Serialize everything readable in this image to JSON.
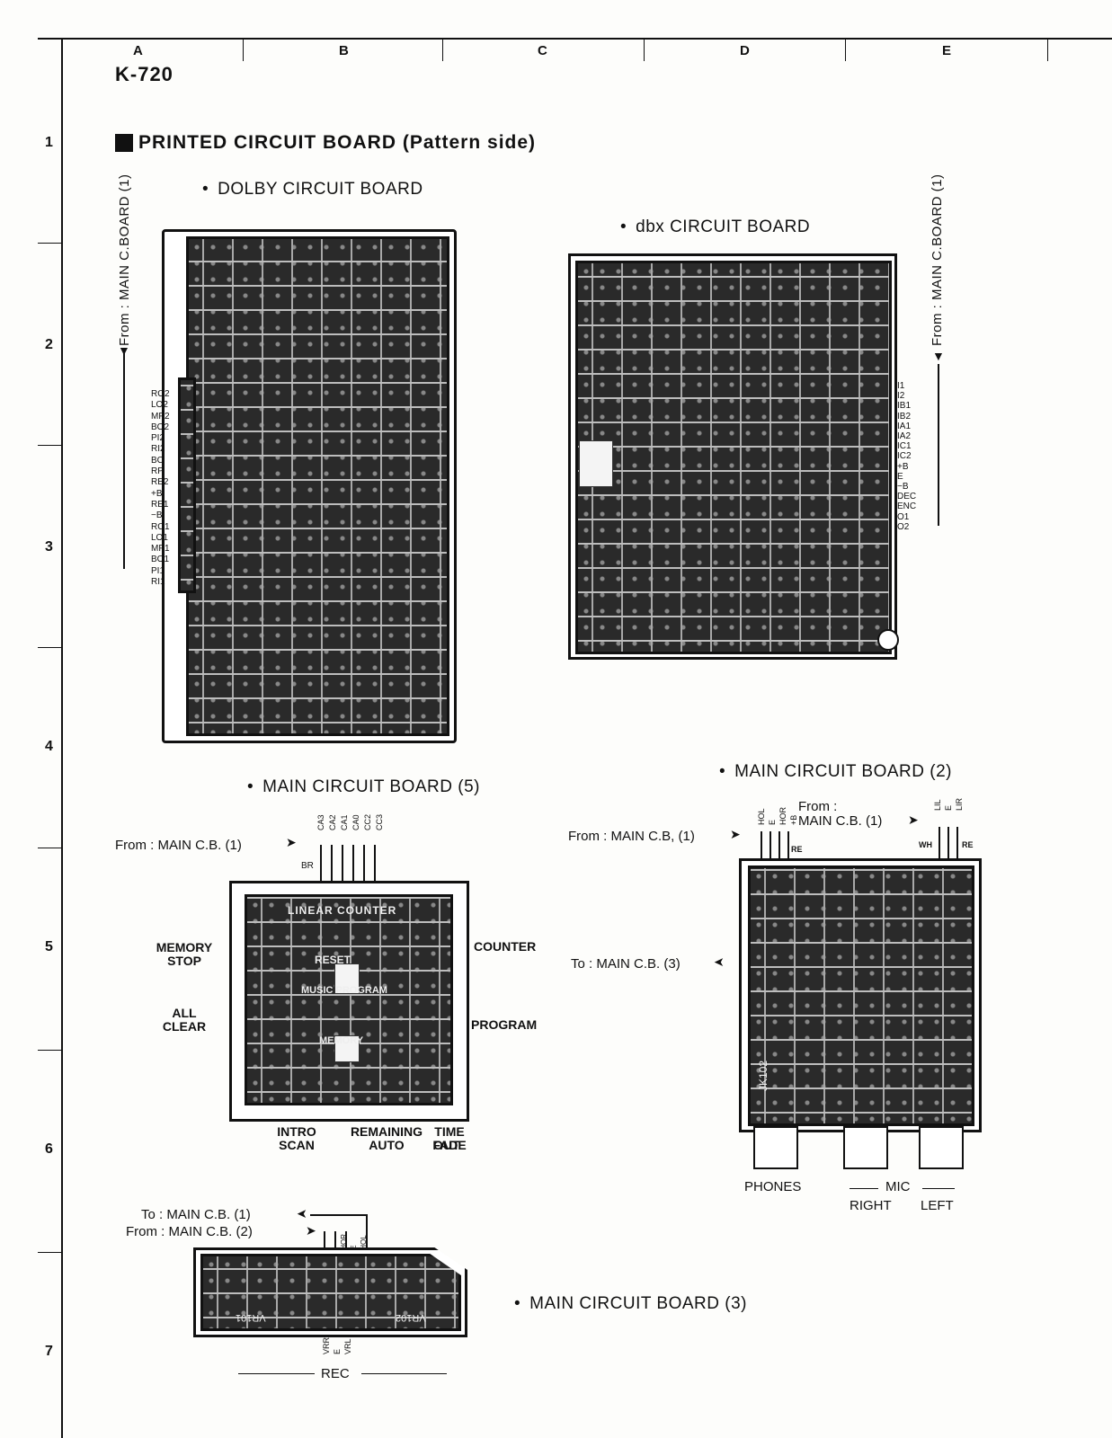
{
  "grid": {
    "columns": [
      "A",
      "B",
      "C",
      "D",
      "E"
    ],
    "rows": [
      "1",
      "2",
      "3",
      "4",
      "5",
      "6",
      "7"
    ]
  },
  "model": "K-720",
  "section_title": "PRINTED CIRCUIT BOARD (Pattern side)",
  "dolby": {
    "title": "DOLBY CIRCUIT BOARD",
    "from_label": "From : MAIN C.BOARD (1)",
    "pins": [
      "RO2",
      "LO2",
      "MP2",
      "BO2",
      "PI2",
      "RI2",
      "BC",
      "RP",
      "RE2",
      "+B",
      "RE1",
      "−B",
      "RO1",
      "LO1",
      "MP1",
      "BO1",
      "PI1",
      "RI1"
    ]
  },
  "dbx": {
    "title": "dbx CIRCUIT BOARD",
    "from_label": "From : MAIN C.BOARD (1)",
    "pins": [
      "I1",
      "I2",
      "IB1",
      "IB2",
      "IA1",
      "IA2",
      "IC1",
      "IC2",
      "+B",
      "E",
      "−B",
      "DEC",
      "ENC",
      "O1",
      "O2"
    ]
  },
  "main5": {
    "title": "MAIN CIRCUIT BOARD (5)",
    "from_label": "From : MAIN C.B. (1)",
    "wire_labels": [
      "CA3",
      "CA2",
      "CA1",
      "CA0",
      "CC2",
      "CC3"
    ],
    "br_label": "BR",
    "left_labels": [
      "MEMORY\nSTOP",
      "ALL\nCLEAR"
    ],
    "right_labels": [
      "COUNTER",
      "PROGRAM"
    ],
    "bottom_labels": [
      "INTRO\nSCAN",
      "REMAINING\nAUTO",
      "TIME\nFADE",
      "OUT"
    ],
    "silk": [
      "LINEAR COUNTER",
      "RESET",
      "MUSIC PROGRAM",
      "MEMORY"
    ]
  },
  "main2": {
    "title": "MAIN CIRCUIT BOARD (2)",
    "from_label_left": "From : MAIN C.B, (1)",
    "from_label_right": "From :\nMAIN C.B. (1)",
    "to_label": "To : MAIN C.B. (3)",
    "wire_labels_left": [
      "HOL",
      "E",
      "HOR",
      "+B"
    ],
    "wire_labels_right": [
      "LIL",
      "E",
      "LIR"
    ],
    "wh_label": "WH",
    "re_label": "RE",
    "jack_label": "JK102",
    "bottom_labels": [
      "PHONES",
      "MIC",
      "RIGHT",
      "LEFT"
    ]
  },
  "main3": {
    "title": "MAIN CIRCUIT BOARD (3)",
    "to_label": "To : MAIN C.B. (1)",
    "from_label": "From : MAIN C.B. (2)",
    "wire_labels": [
      "VRR",
      "E",
      "VRL"
    ],
    "top_wires": [
      "HOR",
      "E",
      "HOL"
    ],
    "vr_labels": [
      "VR101",
      "VR102"
    ],
    "rec_label": "REC"
  }
}
